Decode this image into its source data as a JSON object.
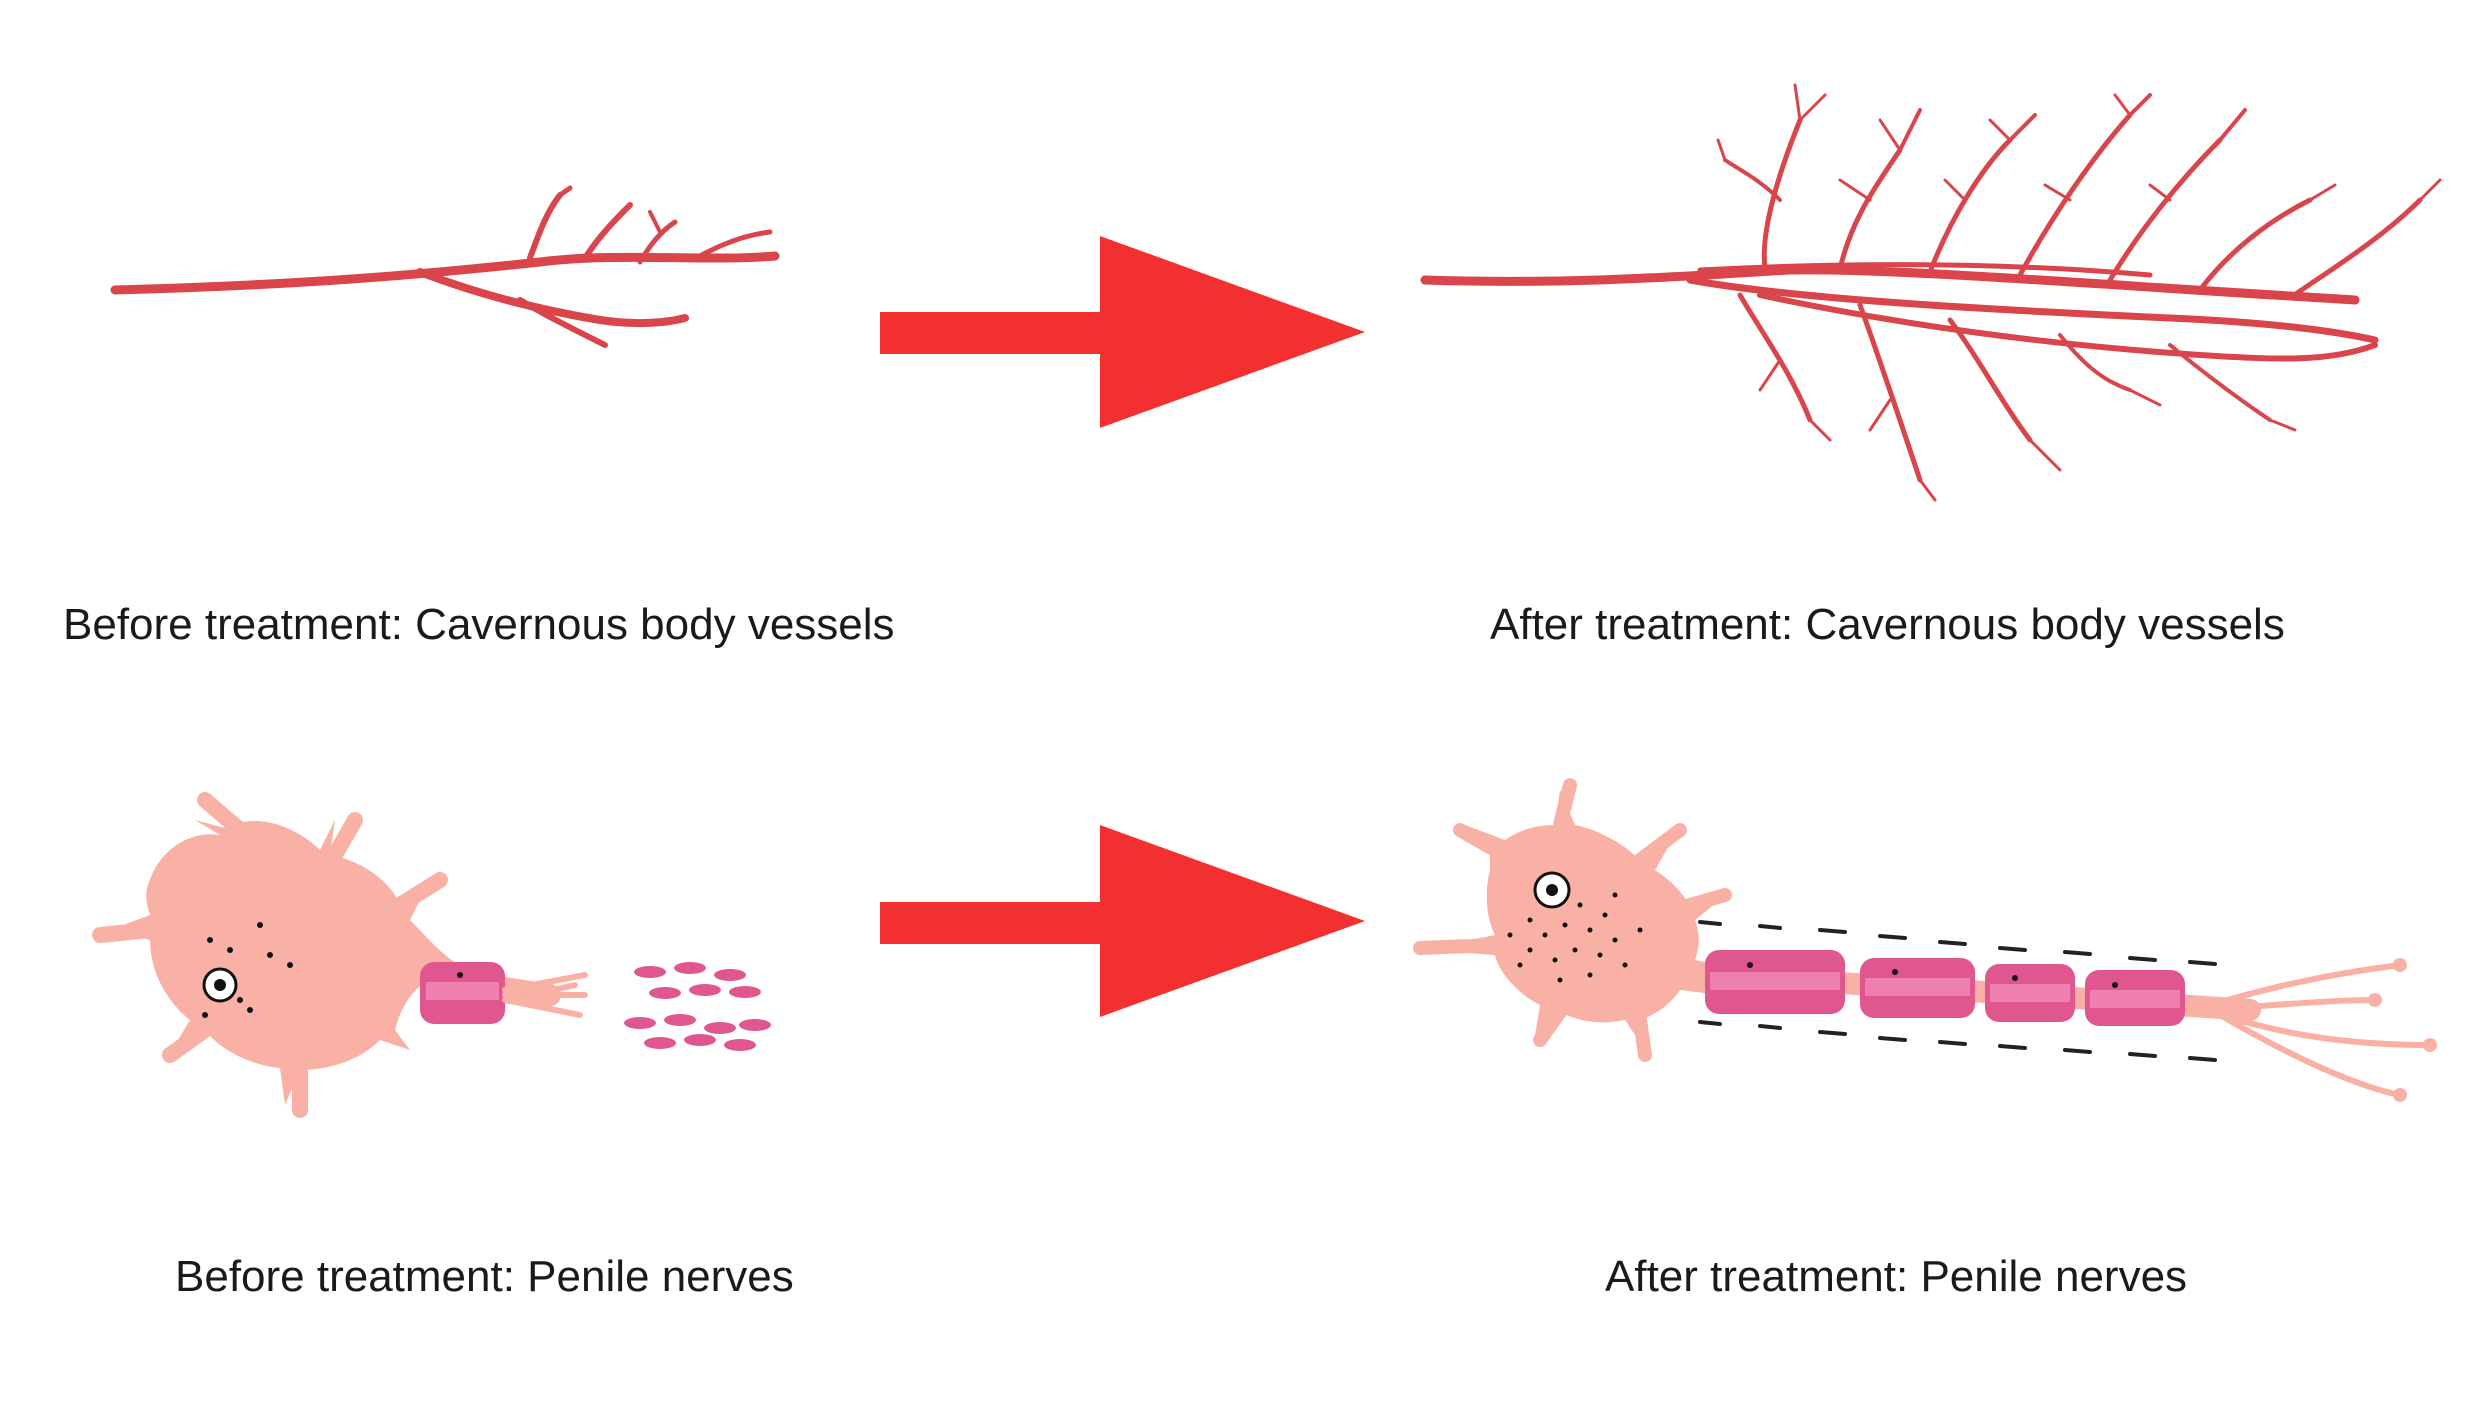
{
  "captions": {
    "before_vessels": "Before treatment: Cavernous body vessels",
    "after_vessels": "After treatment: Cavernous body vessels",
    "before_nerves": "Before treatment: Penile nerves",
    "after_nerves": "After treatment: Penile nerves"
  },
  "colors": {
    "vessel": "#d9454a",
    "arrow": "#f23030",
    "neuron_body": "#f9b1a6",
    "myelin": "#e0578f",
    "myelin_light": "#ef7fb0",
    "nucleus_ring": "#111111"
  }
}
